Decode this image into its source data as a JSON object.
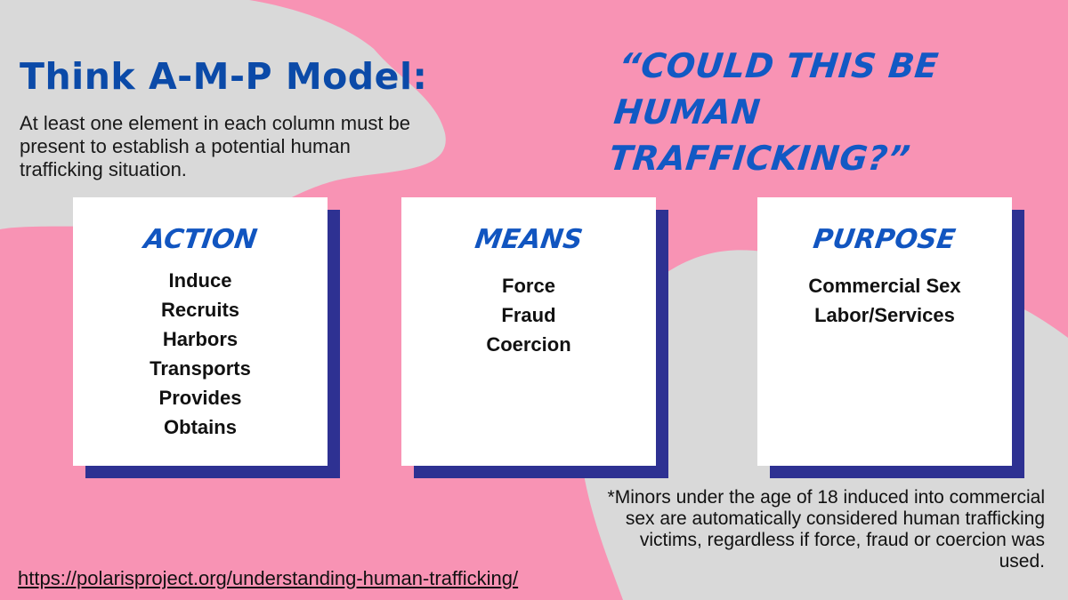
{
  "heading": "Think A-M-P Model:",
  "subtext": "At least one element in each column must be present to establish a potential human trafficking situation.",
  "quote": "“COULD THIS BE HUMAN TRAFFICKING?”",
  "columns": [
    {
      "title": "ACTION",
      "items": [
        "Induce",
        "Recruits",
        "Harbors",
        "Transports",
        "Provides",
        "Obtains"
      ]
    },
    {
      "title": "MEANS",
      "items": [
        "Force",
        "Fraud",
        "Coercion"
      ]
    },
    {
      "title": "PURPOSE",
      "items": [
        "Commercial Sex",
        "Labor/Services"
      ]
    }
  ],
  "footnote": "*Minors under the age of 18 induced into commercial sex are automatically considered human trafficking victims, regardless if force, fraud or coercion was used.",
  "link": "https://polarisproject.org/understanding-human-trafficking/",
  "colors": {
    "background_pink": "#f893b4",
    "blob_gray": "#d9d9d9",
    "heading_blue": "#0b4aa8",
    "card_shadow_navy": "#2e3192",
    "card_white": "#ffffff"
  }
}
